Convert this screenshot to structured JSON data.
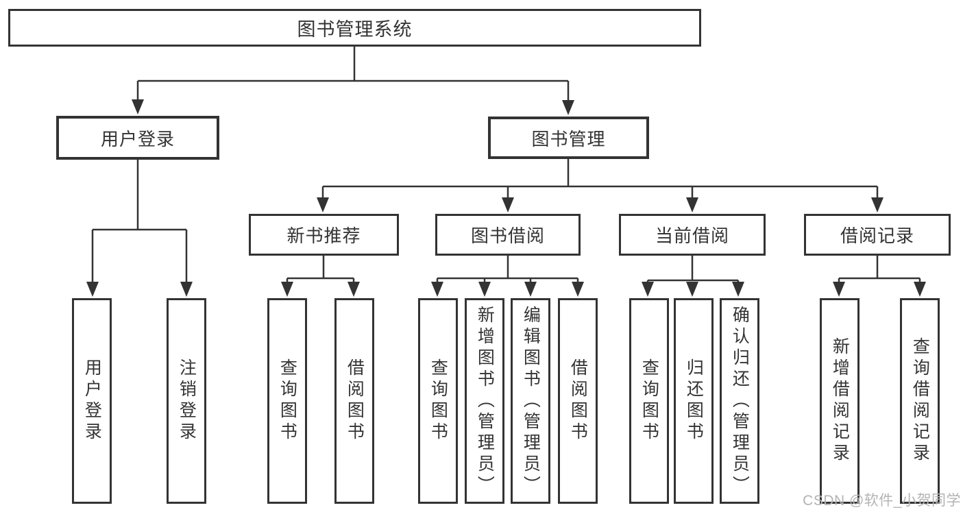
{
  "diagram": {
    "title": "图书管理系统",
    "branches": [
      {
        "label": "用户登录",
        "children": [
          {
            "label": "用户登录"
          },
          {
            "label": "注销登录"
          }
        ]
      },
      {
        "label": "图书管理",
        "groups": [
          {
            "label": "新书推荐",
            "children": [
              {
                "label": "查询图书"
              },
              {
                "label": "借阅图书"
              }
            ]
          },
          {
            "label": "图书借阅",
            "children": [
              {
                "label": "查询图书"
              },
              {
                "label": "新增图书（管理员）"
              },
              {
                "label": "编辑图书（管理员）"
              },
              {
                "label": "借阅图书"
              }
            ]
          },
          {
            "label": "当前借阅",
            "children": [
              {
                "label": "查询图书"
              },
              {
                "label": "归还图书"
              },
              {
                "label": "确认归还（管理员）"
              }
            ]
          },
          {
            "label": "借阅记录",
            "children": [
              {
                "label": "新增借阅记录"
              },
              {
                "label": "查询借阅记录"
              }
            ]
          }
        ]
      }
    ]
  },
  "watermark": {
    "text": "CSDN @软件_小贺同学"
  },
  "colors": {
    "line": "#333333",
    "text": "#333333",
    "background": "#ffffff",
    "watermark": "#b3b3b3"
  }
}
